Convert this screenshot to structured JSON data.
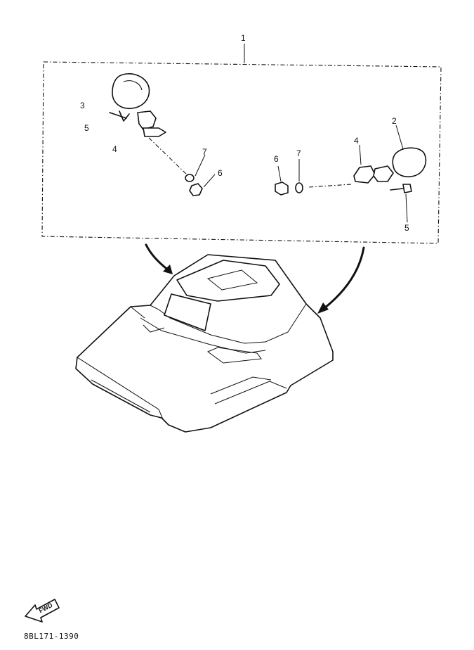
{
  "callouts": {
    "kit": "1",
    "mirror_right": "2",
    "mirror_left": "3",
    "bracket_left": "4",
    "bracket_right": "4",
    "bolt_left": "5",
    "bolt_right": "5",
    "nut_left": "6",
    "nut_right": "6",
    "washer_left": "7",
    "washer_right": "7"
  },
  "fwd_label": "FWD",
  "figure_code": "8BL171-1390",
  "icons": [
    "rear-view-mirror-icon",
    "mounting-bracket-icon",
    "bolt-icon",
    "nut-icon",
    "washer-icon",
    "cowling-icon",
    "fwd-arrow-icon"
  ]
}
